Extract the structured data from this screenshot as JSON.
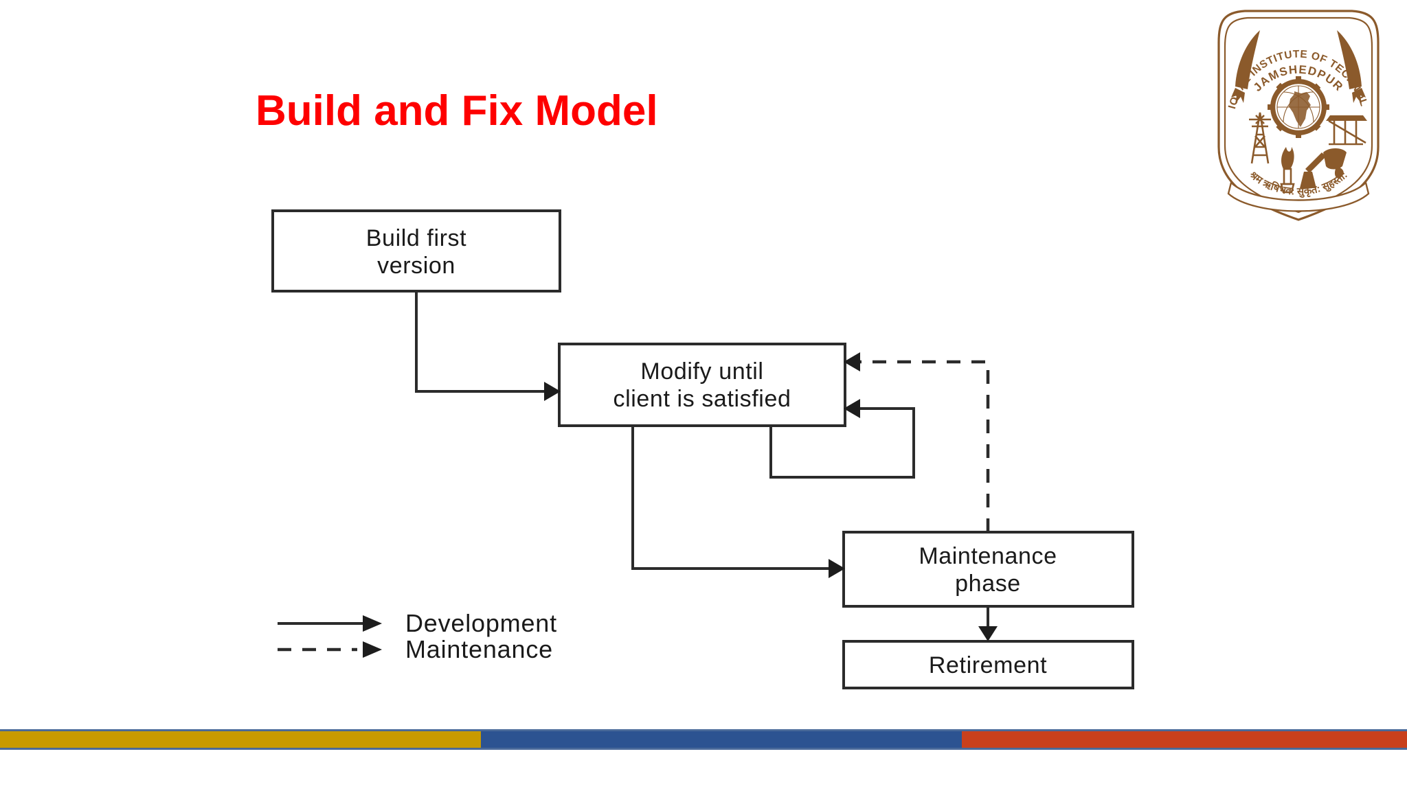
{
  "slide": {
    "title": "Build and Fix Model",
    "title_color": "#FE0000",
    "background": "#FFFFFF"
  },
  "logo": {
    "name": "nit-jamshedpur-crest",
    "institute_line_1": "NATIONAL INSTITUTE OF TECHNOLOGY",
    "institute_line_2": "JAMSHEDPUR",
    "motto": "श्रम ऋषिभव: सुकृत: सुहस्ता:",
    "color": "#8B5A2B"
  },
  "diagram": {
    "type": "flowchart",
    "nodes": [
      {
        "id": "build",
        "label_line_1": "Build first",
        "label_line_2": "version"
      },
      {
        "id": "modify",
        "label_line_1": "Modify until",
        "label_line_2": "client is satisfied"
      },
      {
        "id": "maintenance",
        "label_line_1": "Maintenance",
        "label_line_2": "phase"
      },
      {
        "id": "retirement",
        "label_line_1": "Retirement",
        "label_line_2": ""
      }
    ],
    "edges": [
      {
        "from": "build",
        "to": "modify",
        "style": "solid",
        "kind": "development"
      },
      {
        "from": "modify",
        "to": "modify",
        "style": "solid",
        "kind": "development"
      },
      {
        "from": "modify",
        "to": "maintenance",
        "style": "solid",
        "kind": "development"
      },
      {
        "from": "maintenance",
        "to": "modify",
        "style": "dashed",
        "kind": "maintenance"
      },
      {
        "from": "maintenance",
        "to": "retirement",
        "style": "solid",
        "kind": "development"
      }
    ],
    "legend": [
      {
        "style": "solid",
        "label": "Development"
      },
      {
        "style": "dashed",
        "label": "Maintenance"
      }
    ],
    "line_color": "#2B2B2B",
    "box_fill": "#FFFFFF"
  },
  "footer": {
    "segments": [
      {
        "name": "gold",
        "color": "#C89A00"
      },
      {
        "name": "blue",
        "color": "#2C5391"
      },
      {
        "name": "red",
        "color": "#C9401C"
      }
    ],
    "border_color": "#4A6A9A"
  }
}
